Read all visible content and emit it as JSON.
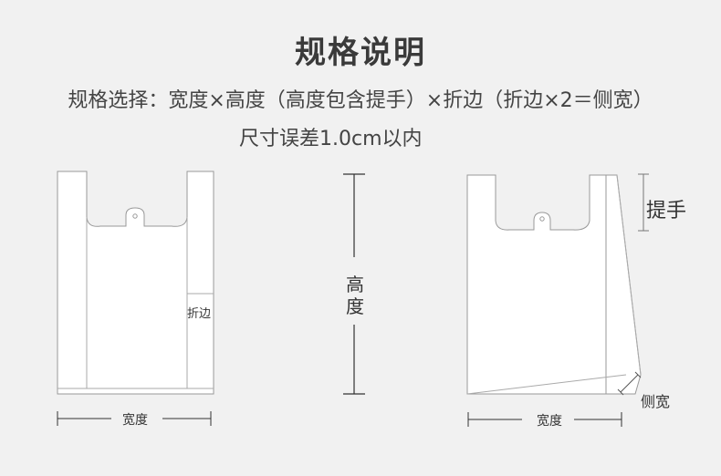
{
  "title": "规格说明",
  "spec_line": "规格选择：宽度×高度（高度包含提手）×折边（折边×2＝侧宽）",
  "tolerance_line": "尺寸误差1.0cm以内",
  "labels": {
    "fold": "折边",
    "width_left": "宽度",
    "height_top": "高",
    "height_bottom": "度",
    "handle": "提手",
    "width_right": "宽度",
    "side_width": "侧宽"
  }
}
